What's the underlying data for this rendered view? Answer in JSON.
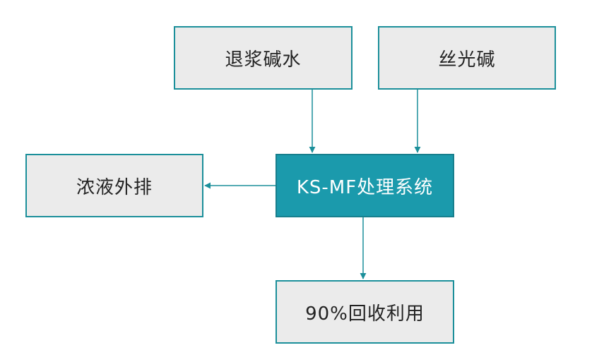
{
  "diagram": {
    "nodes": {
      "desizing_alkali": {
        "label": "退浆碱水"
      },
      "mercerizing_alkali": {
        "label": "丝光碱"
      },
      "system": {
        "label": "KS-MF处理系统"
      },
      "concentrate_discharge": {
        "label": "浓液外排"
      },
      "recycle": {
        "label": "90%回收利用"
      }
    },
    "edges": [
      {
        "from": "desizing_alkali",
        "to": "system"
      },
      {
        "from": "mercerizing_alkali",
        "to": "system"
      },
      {
        "from": "system",
        "to": "concentrate_discharge"
      },
      {
        "from": "system",
        "to": "recycle"
      }
    ],
    "colors": {
      "accent": "#1b9aac",
      "border": "#1b8f9a",
      "box_fill": "#ebebeb",
      "arrow": "#1b8f9a"
    }
  }
}
